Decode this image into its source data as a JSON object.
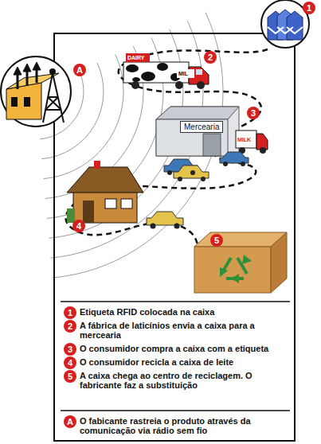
{
  "diagram": {
    "nodes": [
      {
        "text": [
          "Mercearia"
        ]
      }
    ],
    "labels": [
      "1",
      "2",
      "3",
      "4",
      "5",
      "A",
      "DAIRY",
      "MIL",
      "MILK",
      "1",
      "Etiqueta RFID colocada na caixa",
      "2",
      "A fábrica de laticínios envia a caixa para a mercearia",
      "3",
      "O consumidor compra a caixa com a etiqueta",
      "4",
      "O consumidor recicla a caixa de leite",
      "5",
      "A caixa chega ao centro de reciclagem. O fabricante faz a substituição",
      "A",
      "O fabicante rastreia o produto através da comunicação via rádio sem fio"
    ]
  }
}
